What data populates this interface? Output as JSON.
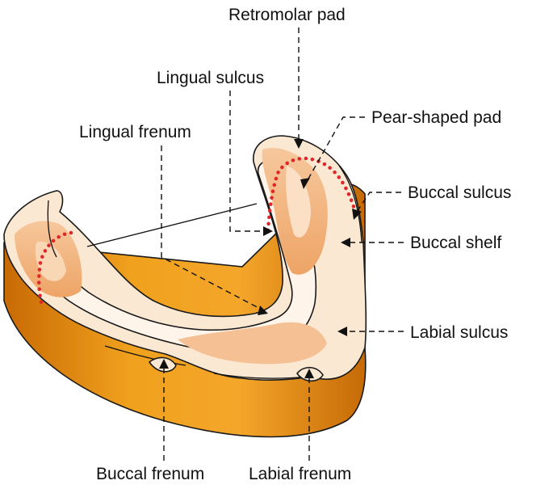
{
  "labels": {
    "retromolar_pad": "Retromolar pad",
    "lingual_sulcus": "Lingual sulcus",
    "pear_shaped_pad": "Pear-shaped pad",
    "lingual_frenum": "Lingual frenum",
    "buccal_sulcus": "Buccal sulcus",
    "buccal_shelf": "Buccal shelf",
    "labial_sulcus": "Labial sulcus",
    "buccal_frenum": "Buccal frenum",
    "labial_frenum": "Labial frenum"
  },
  "colors": {
    "base_dark": "#c96f06",
    "base_light": "#f3a21a",
    "ridge_surface": "#fbe8d3",
    "ridge_crest": "#f3b27a",
    "ridge_shadow": "#e38a46",
    "dotted_line": "#e0262a",
    "line": "#111111"
  }
}
